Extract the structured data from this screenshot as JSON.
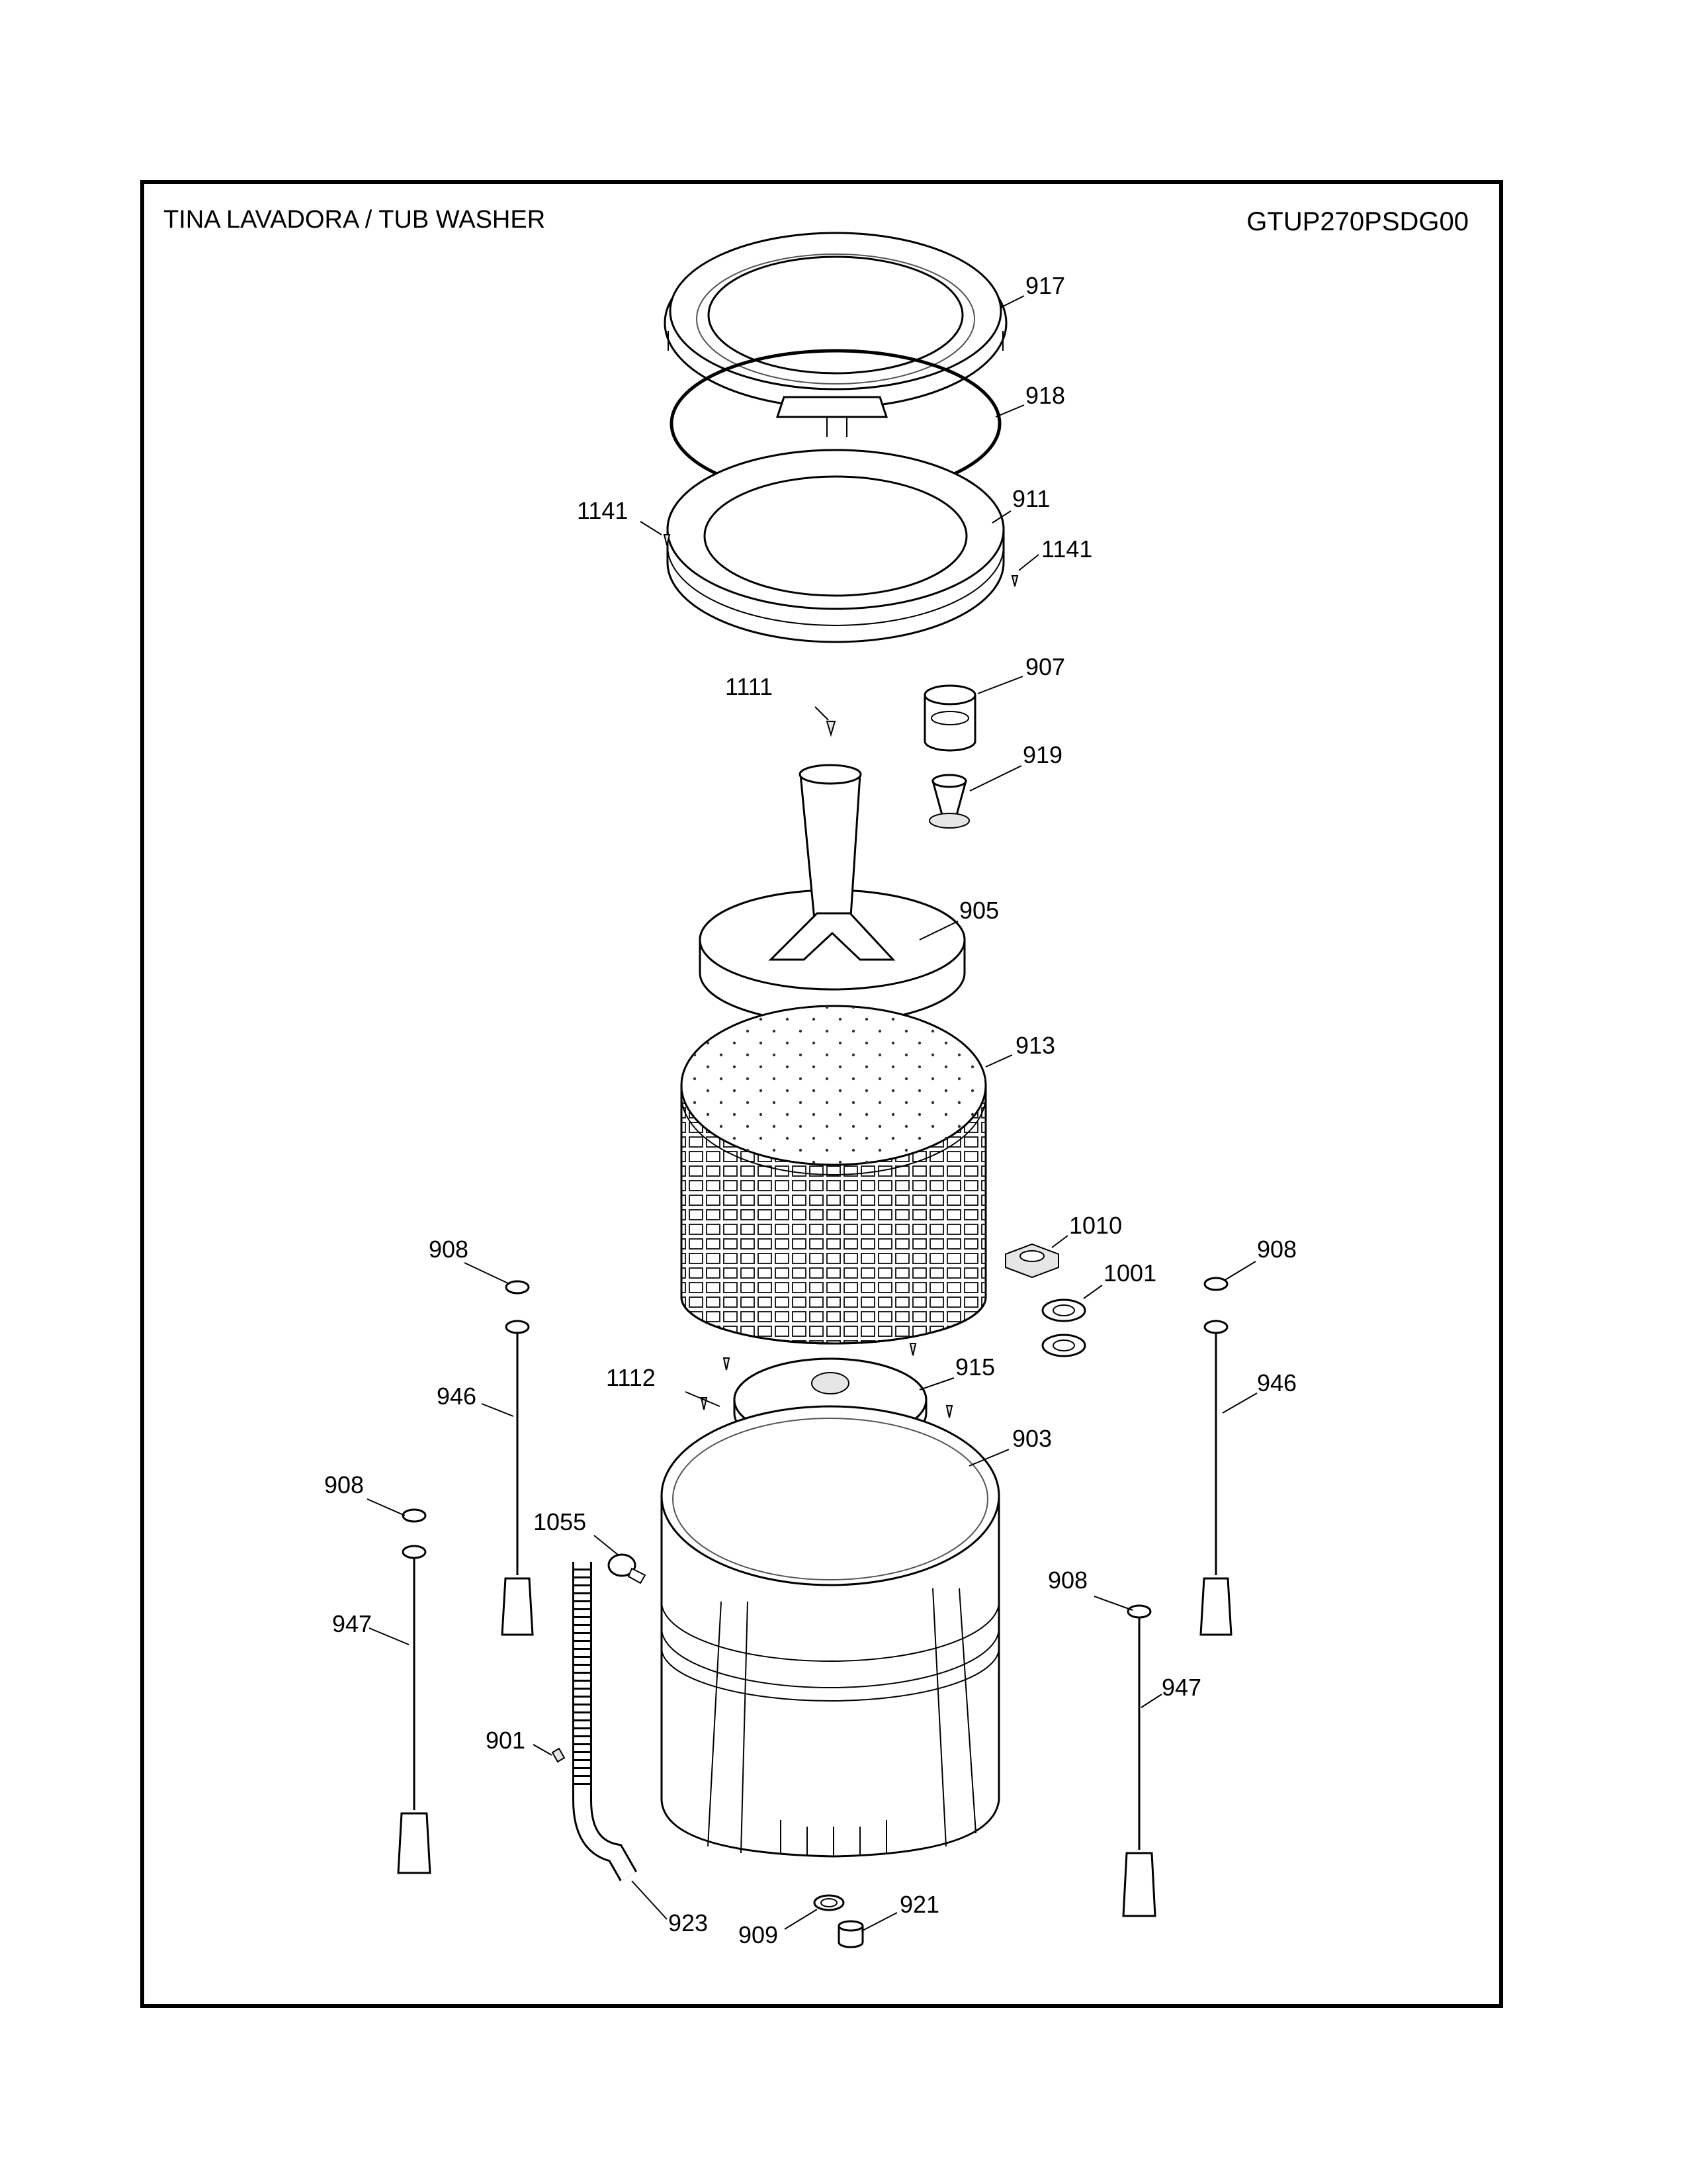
{
  "header": {
    "title": "TINA LAVADORA / TUB WASHER",
    "model": "GTUP270PSDG00"
  },
  "callouts": {
    "c917": "917",
    "c918": "918",
    "c911": "911",
    "c1141a": "1141",
    "c1141b": "1141",
    "c907": "907",
    "c1111": "1111",
    "c919": "919",
    "c905": "905",
    "c913": "913",
    "c1010": "1010",
    "c1001": "1001",
    "c908a": "908",
    "c908b": "908",
    "c908c": "908",
    "c908d": "908",
    "c946a": "946",
    "c946b": "946",
    "c915": "915",
    "c1112": "1112",
    "c903": "903",
    "c1055": "1055",
    "c947a": "947",
    "c947b": "947",
    "c901": "901",
    "c923": "923",
    "c909": "909",
    "c921": "921"
  }
}
